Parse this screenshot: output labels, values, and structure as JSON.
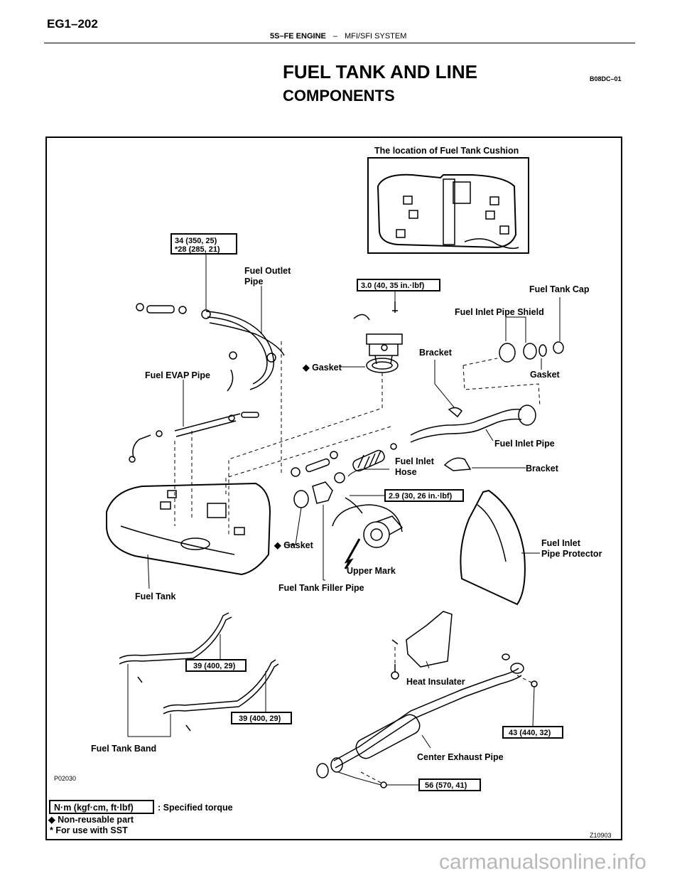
{
  "header": {
    "page_id": "EG1–202",
    "engine": "5S–FE ENGINE",
    "separator": "–",
    "system": "MFI/SFI SYSTEM"
  },
  "title": "FUEL TANK AND LINE",
  "subtitle": "COMPONENTS",
  "doc_code": "B08DC–01",
  "diagram": {
    "inset_title": "The location of Fuel Tank Cushion",
    "labels": {
      "fuel_outlet_pipe_1": "Fuel Outlet",
      "fuel_outlet_pipe_2": "Pipe",
      "fuel_tank_cap": "Fuel Tank Cap",
      "fuel_inlet_pipe_shield": "Fuel Inlet Pipe Shield",
      "bracket_1": "Bracket",
      "gasket_upper": "◆ Gasket",
      "gasket_right": "Gasket",
      "fuel_evap_pipe": "Fuel EVAP Pipe",
      "fuel_inlet_pipe": "Fuel Inlet Pipe",
      "fuel_inlet_hose_1": "Fuel Inlet",
      "fuel_inlet_hose_2": "Hose",
      "bracket_2": "Bracket",
      "gasket_lower": "◆ Gasket",
      "fuel_inlet_pipe_protector_1": "Fuel Inlet",
      "fuel_inlet_pipe_protector_2": "Pipe Protector",
      "upper_mark": "Upper Mark",
      "fuel_tank": "Fuel Tank",
      "fuel_tank_filler_pipe": "Fuel Tank Filler Pipe",
      "heat_insulater": "Heat Insulater",
      "fuel_tank_band": "Fuel Tank Band",
      "center_exhaust_pipe": "Center Exhaust Pipe"
    },
    "torques": {
      "outlet_1": "34 (350, 25)",
      "outlet_2": "*28 (285, 21)",
      "pump": "3.0 (40, 35 in.·lbf)",
      "inlet_hose": "2.9 (30, 26 in.·lbf)",
      "band_upper": "39 (400, 29)",
      "band_lower": "39 (400, 29)",
      "exhaust_right": "43 (440, 32)",
      "exhaust_bottom": "56 (570, 41)"
    },
    "fig_code": "P02030",
    "fig_ref": "Z10903",
    "legend": {
      "unit_box": "N·m (kgf·cm, ft·lbf)",
      "unit_desc": ": Specified torque",
      "nonreusable": "◆ Non-reusable part",
      "sst": "*  For use with SST"
    }
  },
  "watermark": "carmanualsonline.info"
}
